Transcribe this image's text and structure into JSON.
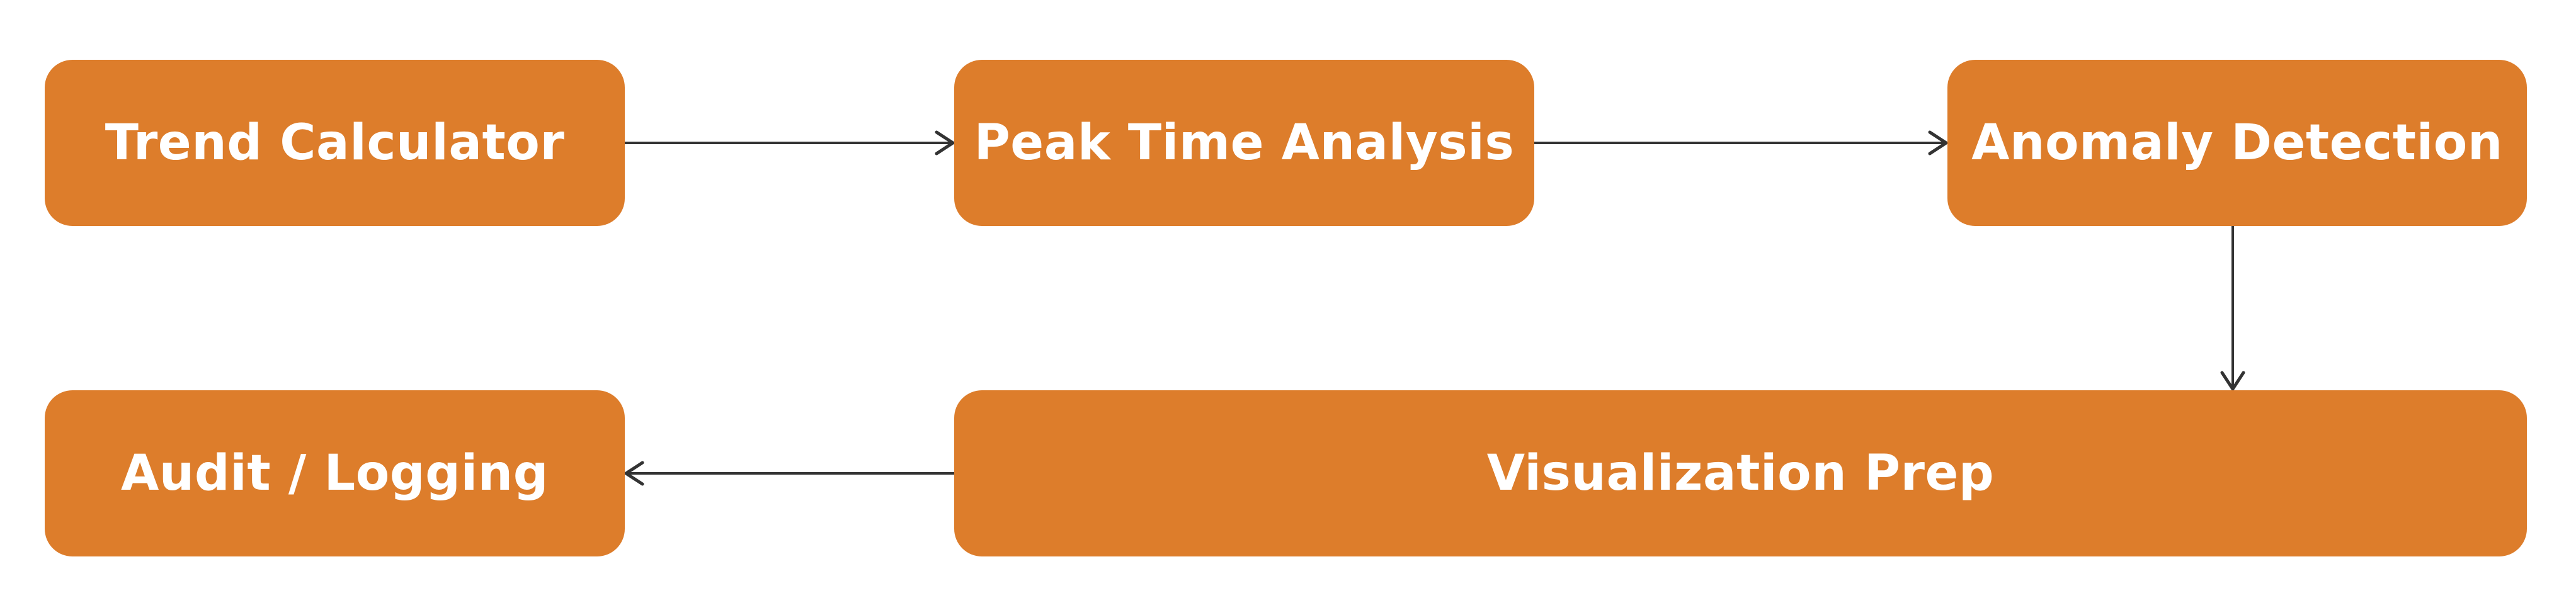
{
  "diagram": {
    "nodes": [
      {
        "id": "trend",
        "label": "Trend Calculator"
      },
      {
        "id": "peak",
        "label": "Peak Time Analysis"
      },
      {
        "id": "anomaly",
        "label": "Anomaly Detection"
      },
      {
        "id": "viz",
        "label": "Visualization Prep"
      },
      {
        "id": "audit",
        "label": "Audit / Logging"
      }
    ],
    "edges": [
      {
        "from": "trend",
        "to": "peak"
      },
      {
        "from": "peak",
        "to": "anomaly"
      },
      {
        "from": "anomaly",
        "to": "viz"
      },
      {
        "from": "viz",
        "to": "audit"
      }
    ],
    "colors": {
      "node_fill": "#dd7d2b",
      "node_text": "#ffffff",
      "edge": "#333333",
      "background": "#ffffff"
    }
  }
}
